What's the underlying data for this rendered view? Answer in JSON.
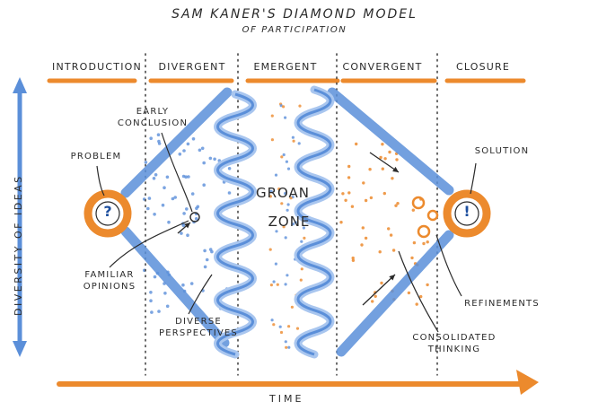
{
  "title": "SAM KANER'S DIAMOND MODEL",
  "subtitle": "OF PARTICIPATION",
  "phases": [
    "INTRODUCTION",
    "DIVERGENT",
    "EMERGENT",
    "CONVERGENT",
    "CLOSURE"
  ],
  "labels": {
    "early_conclusion": "EARLY\nCONCLUSION",
    "problem": "PROBLEM",
    "problem_symbol": "?",
    "familiar_opinions": "FAMILIAR\nOPINIONS",
    "diverse_perspectives": "DIVERSE\nPERSPECTIVES",
    "groan": "GROAN",
    "zone": "ZONE",
    "solution": "SOLUTION",
    "solution_symbol": "!",
    "refinements": "REFINEMENTS",
    "consolidated_thinking": "CONSOLIDATED\nTHINKING"
  },
  "axes": {
    "y": "DIVERSITY OF IDEAS",
    "x": "TIME"
  },
  "colors": {
    "blue": "#5b8fd9",
    "blue_light": "#a9c6ef",
    "orange": "#ec8a2d",
    "ink": "#2a2a2a"
  }
}
